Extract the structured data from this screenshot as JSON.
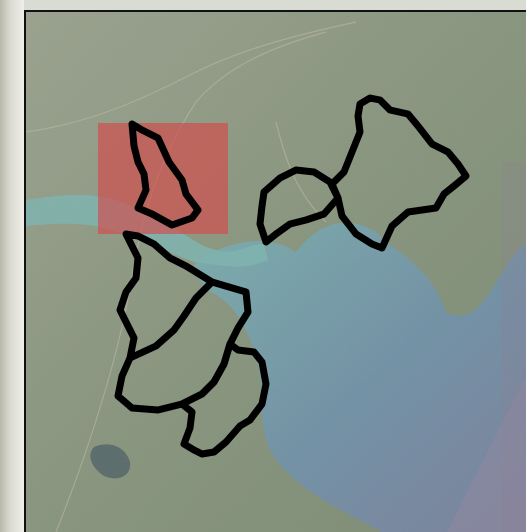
{
  "map": {
    "basemap": "satellite-imagery",
    "colors": {
      "land": "#8f9a86",
      "forest": "#6f7c63",
      "water_shallow": "#7fb2b2",
      "water_deep": "#6f87a3",
      "boundary": "#000000",
      "highlight": "#d44a4a"
    },
    "layers": {
      "catchment_boundaries": 6,
      "highlighted_area_count": 1
    }
  }
}
